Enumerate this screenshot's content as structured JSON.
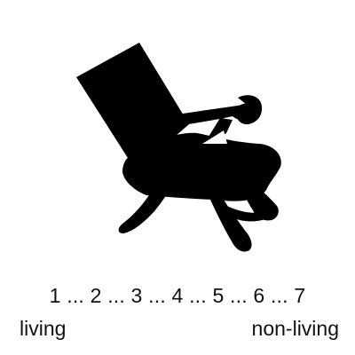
{
  "stimulus": {
    "icon": "chair-silhouette-icon",
    "fill_color": "#000000"
  },
  "rating_scale": {
    "points": "1 ... 2 ... 3 ... 4 ... 5 ... 6 ... 7",
    "left_anchor": "living",
    "right_anchor": "non-living"
  }
}
